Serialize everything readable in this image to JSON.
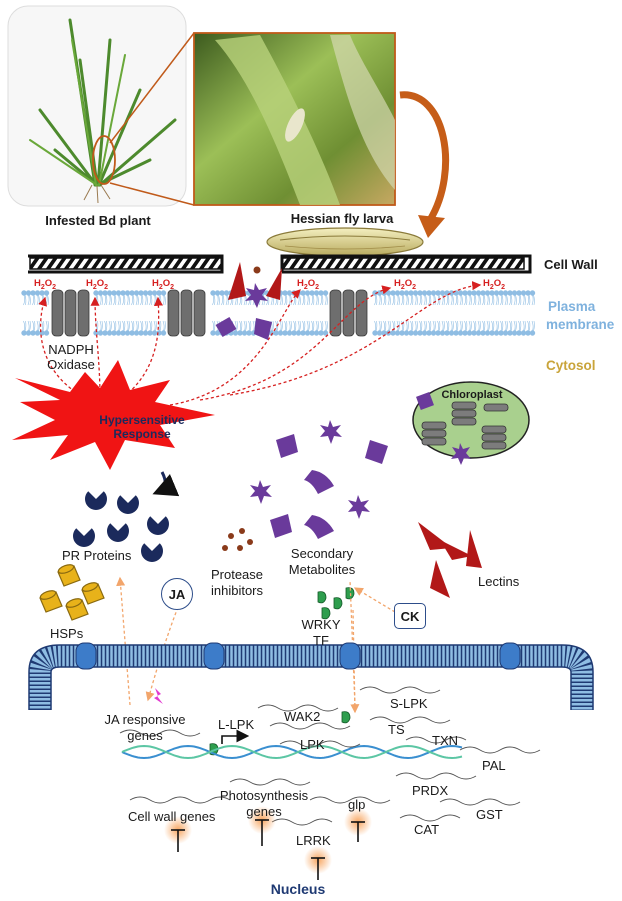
{
  "labels": {
    "infested_plant": "Infested Bd plant",
    "larva": "Hessian fly larva",
    "cell_wall": "Cell Wall",
    "plasma_membrane_1": "Plasma",
    "plasma_membrane_2": "membrane",
    "cytosol": "Cytosol",
    "h2o2": "H2O2",
    "nadph_1": "NADPH",
    "nadph_2": "Oxidase",
    "hr_1": "Hypersensitive",
    "hr_2": "Response",
    "chloroplast": "Chloroplast",
    "pr_proteins": "PR Proteins",
    "protease_1": "Protease",
    "protease_2": "inhibitors",
    "secondary_1": "Secondary",
    "secondary_2": "Metabolites",
    "lectins": "Lectins",
    "hsps": "HSPs",
    "ja": "JA",
    "ck": "CK",
    "wrky_1": "WRKY",
    "wrky_2": "TF",
    "ja_genes_1": "JA responsive",
    "ja_genes_2": "genes",
    "l_lpk": "L-LPK",
    "wak2": "WAK2",
    "s_lpk": "S-LPK",
    "ts": "TS",
    "txn": "TXN",
    "lpk": "LPK",
    "pal": "PAL",
    "cell_wall_genes": "Cell wall genes",
    "photo_1": "Photosynthesis",
    "photo_2": "genes",
    "glp": "glp",
    "prdx": "PRDX",
    "gst": "GST",
    "cat": "CAT",
    "lrrk": "LRRK",
    "nucleus": "Nucleus"
  },
  "colors": {
    "h2o2": "#d62020",
    "membrane": "#7fb2de",
    "pr_protein": "#1b2a5c",
    "metabolite": "#6a3a9b",
    "lectin": "#b21818",
    "hsp": "#e8b21a",
    "wrky": "#2e9e4e",
    "chloroplast": "#a9d08e",
    "nucleus_glow": "#f7a25a"
  }
}
